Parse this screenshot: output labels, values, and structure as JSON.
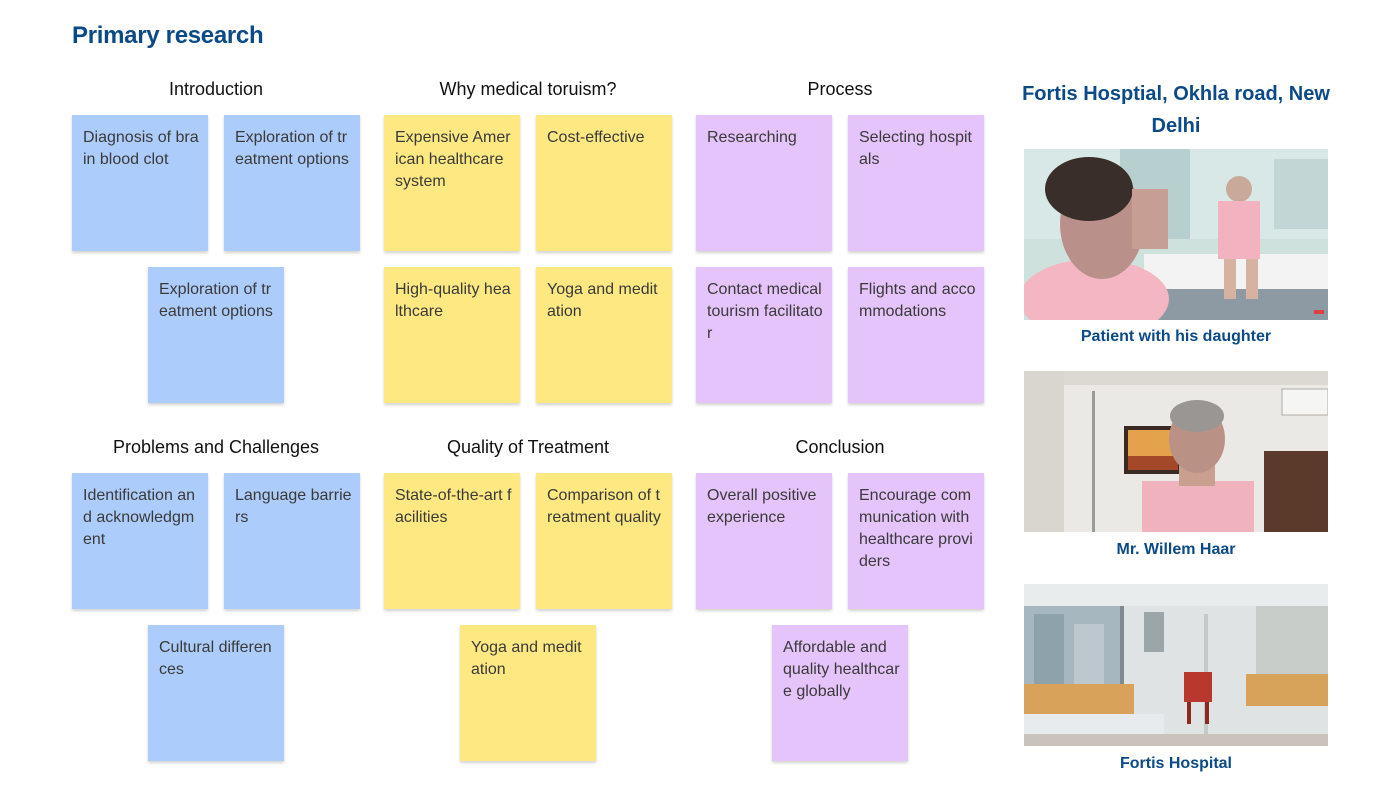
{
  "page_title": "Primary research",
  "sections": [
    {
      "title": "Introduction",
      "color": "#acccfb",
      "notes": [
        "Diagnosis of brain blood clot",
        "Exploration of treatment options",
        "Exploration of treatment options"
      ]
    },
    {
      "title": "Why medical toruism?",
      "color": "#fde882",
      "notes": [
        "Expensive American healthcare system",
        "Cost-effective",
        "High-quality healthcare",
        "Yoga and meditation"
      ]
    },
    {
      "title": "Process",
      "color": "#e5c3fb",
      "notes": [
        "Researching",
        "Selecting hospitals",
        "Contact medical tourism facilitator",
        "Flights and accommodations"
      ]
    },
    {
      "title": "Problems and Challenges",
      "color": "#acccfb",
      "notes": [
        "Identification and acknowledgment",
        "Language barriers",
        "Cultural differences"
      ]
    },
    {
      "title": "Quality of Treatment",
      "color": "#fde882",
      "notes": [
        "State-of-the-art facilities",
        "Comparison of treatment quality",
        "Yoga and meditation"
      ]
    },
    {
      "title": "Conclusion",
      "color": "#e5c3fb",
      "notes": [
        "Overall positive experience",
        "Encourage communication with healthcare providers",
        "Affordable and quality healthcare globally"
      ]
    }
  ],
  "sidebar": {
    "title": "Fortis Hosptial, Okhla road, New Delhi",
    "photos": [
      {
        "caption": "Patient with his daughter"
      },
      {
        "caption": "Mr. Willem Haar"
      },
      {
        "caption": "Fortis Hospital"
      }
    ]
  }
}
